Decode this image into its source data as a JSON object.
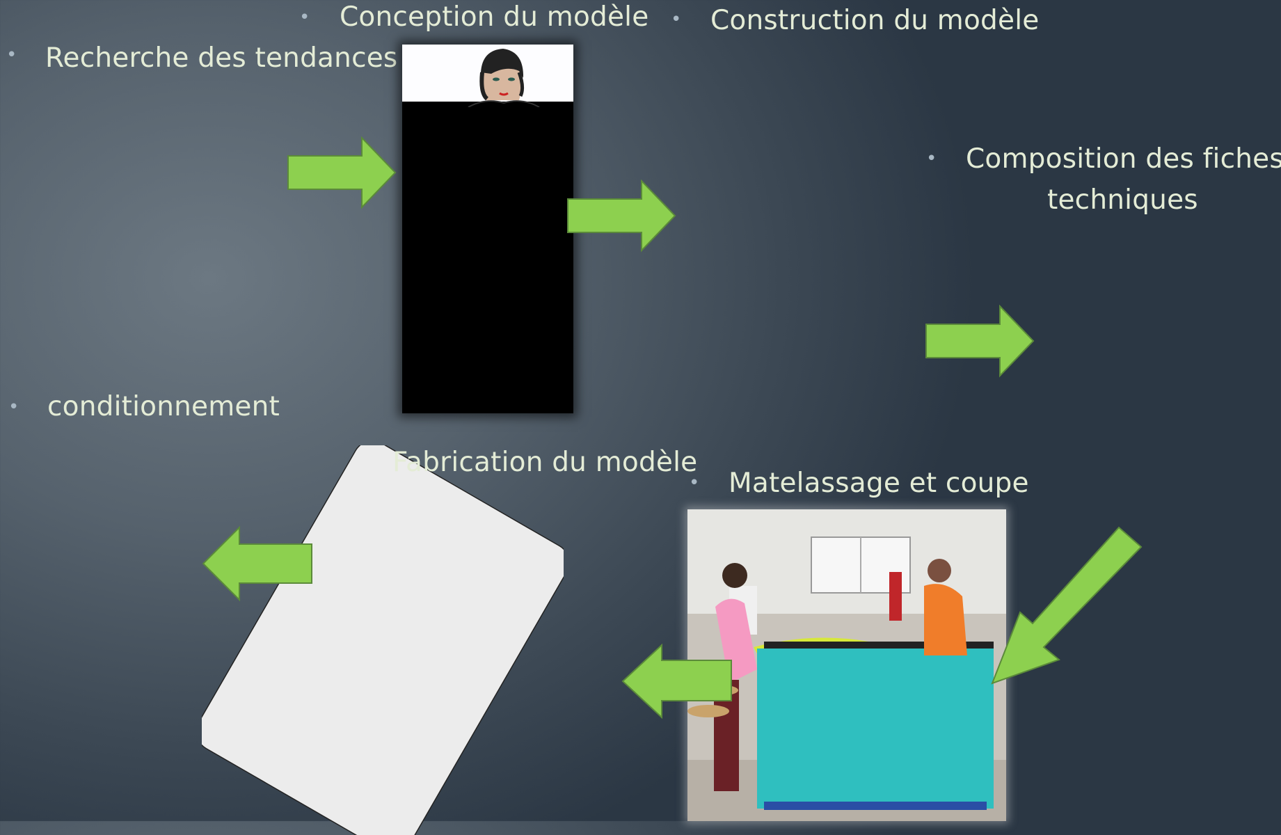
{
  "slide": {
    "steps": {
      "trends": "Recherche des tendances",
      "design": "Conception du modèle",
      "construction": "Construction du modèle",
      "tech_sheets_line1": "Composition des fiches",
      "tech_sheets_line2": "techniques",
      "spreading_cutting": "Matelassage et coupe",
      "manufacturing": "Fabrication du modèle",
      "packaging": "conditionnement"
    },
    "bullet": "•"
  },
  "colors": {
    "arrow_fill": "#8dd04f",
    "arrow_stroke": "#5b8a3a",
    "text": "#e4ecd6"
  }
}
